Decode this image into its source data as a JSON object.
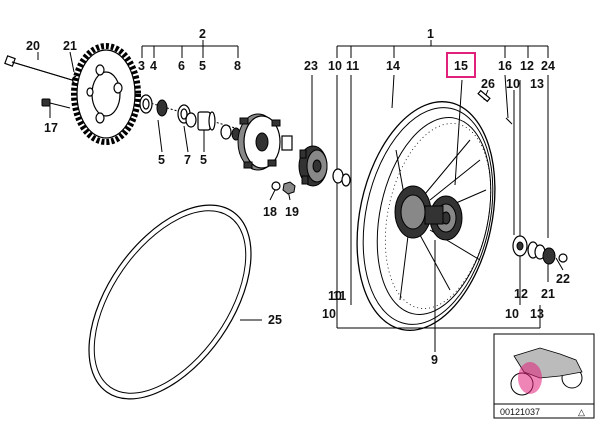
{
  "callouts": {
    "c1": "1",
    "c2": "2",
    "c3": "3",
    "c4": "4",
    "c5a": "5",
    "c5b": "5",
    "c5c": "5",
    "c6": "6",
    "c7": "7",
    "c8": "8",
    "c9": "9",
    "c10a": "10",
    "c10b": "10",
    "c10c": "10",
    "c10d": "10",
    "c10e": "10",
    "c11a": "11",
    "c11b": "11",
    "c12a": "12",
    "c12b": "12",
    "c13a": "13",
    "c13b": "13",
    "c14": "14",
    "c15": "15",
    "c16": "16",
    "c17": "17",
    "c18": "18",
    "c19": "19",
    "c20": "20",
    "c21a": "21",
    "c21b": "21",
    "c22": "22",
    "c23": "23",
    "c24": "24",
    "c25": "25",
    "c26": "26"
  },
  "highlight": {
    "color": "#e0207a"
  },
  "thumbnail": {
    "code": "00121037",
    "symbol": "△"
  }
}
